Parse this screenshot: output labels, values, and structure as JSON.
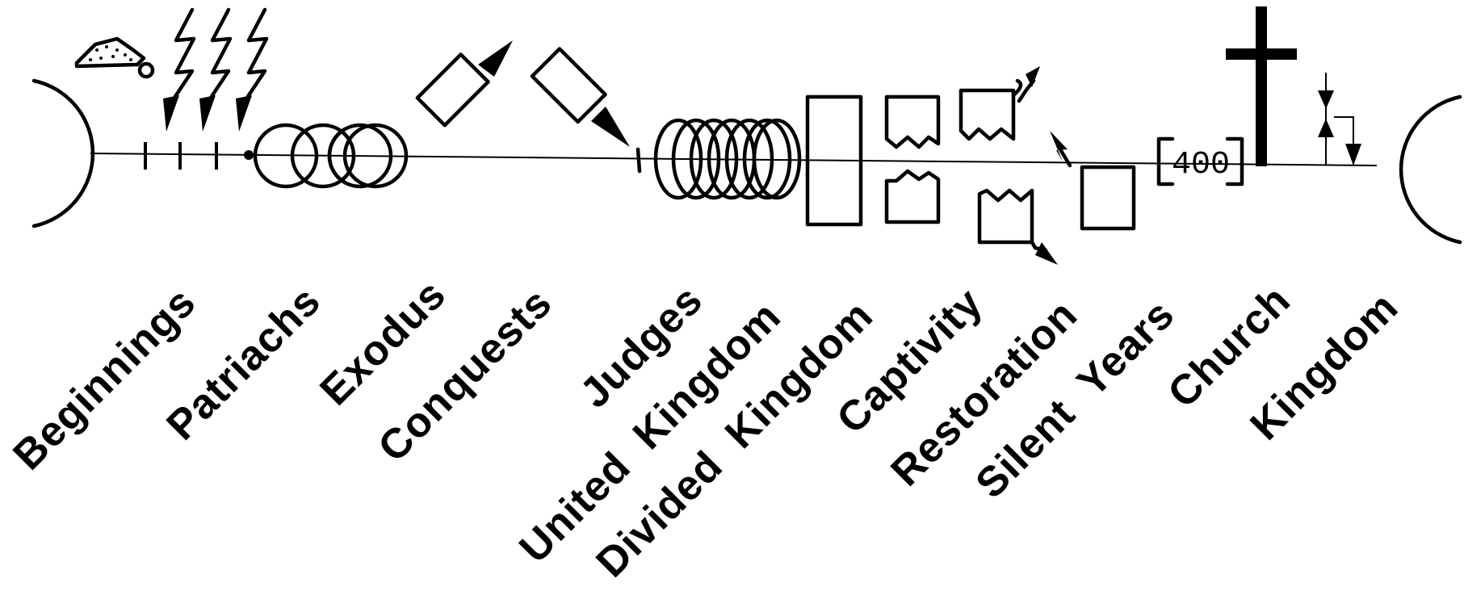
{
  "timeline": {
    "eras": [
      {
        "id": "beginnings",
        "label": "Beginnings"
      },
      {
        "id": "patriachs",
        "label": "Patriachs"
      },
      {
        "id": "exodus",
        "label": "Exodus"
      },
      {
        "id": "conquests",
        "label": "Conquests"
      },
      {
        "id": "judges",
        "label": "Judges"
      },
      {
        "id": "united-kingdom",
        "label": "United  Kingdom"
      },
      {
        "id": "divided-kingdom",
        "label": "Divided  Kingdom"
      },
      {
        "id": "captivity",
        "label": "Captivity"
      },
      {
        "id": "restoration",
        "label": "Restoration"
      },
      {
        "id": "silent-years",
        "label": "Silent  Years"
      },
      {
        "id": "church",
        "label": "Church"
      },
      {
        "id": "kingdom",
        "label": "Kingdom"
      }
    ],
    "silent_years_box": "400",
    "colors": {
      "ink": "#000000",
      "paper": "#ffffff"
    }
  }
}
